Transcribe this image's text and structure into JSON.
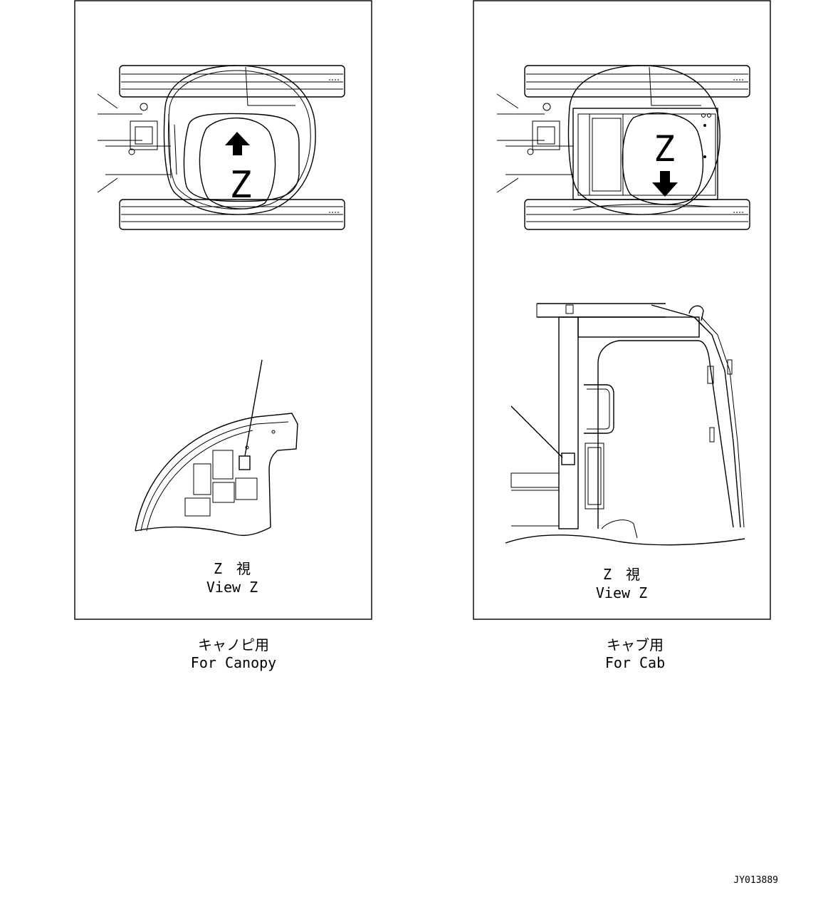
{
  "panels": {
    "left": {
      "zoom_letter": "Z",
      "view_label_jp": "Z　視",
      "view_label_en": "View Z",
      "caption_jp": "キャノピ用",
      "caption_en": "For Canopy"
    },
    "right": {
      "zoom_letter": "Z",
      "view_label_jp": "Z　視",
      "view_label_en": "View Z",
      "caption_jp": "キャブ用",
      "caption_en": "For Cab"
    }
  },
  "drawing_number": "JY013889"
}
